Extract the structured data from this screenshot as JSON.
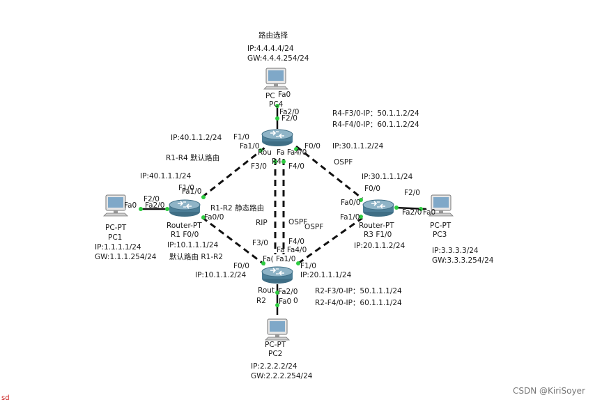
{
  "title": "路由选择",
  "watermark": "CSDN @KiriSoyer",
  "corner_mark": "sd",
  "colors": {
    "link": "#111111",
    "port_dot": "#2ecc40",
    "router_body": "#5f8fa8",
    "pc_screen": "#7fa8c8"
  },
  "devices": {
    "pc4": {
      "ip": "IP:4.4.4.4/24",
      "gw": "GW:4.4.4.254/24",
      "port": "Fa0",
      "name": "PC4",
      "name_overlap": "PC"
    },
    "pc1": {
      "type": "PC-PT",
      "name": "PC1",
      "ip": "IP:1.1.1.1/24",
      "gw": "GW:1.1.1.254/24",
      "port": "Fa0"
    },
    "pc3": {
      "type": "PC-PT",
      "name": "PC3",
      "ip": "IP:3.3.3.3/24",
      "gw": "GW:3.3.3.254/24",
      "port": "Fa0"
    },
    "pc2": {
      "type": "PC-PT",
      "name": "PC2",
      "ip": "IP:2.2.2.2/24",
      "gw": "GW:2.2.2.254/24",
      "port": "Fa0"
    },
    "r1": {
      "type": "Router-PT",
      "name": "R1 F0/0",
      "ip_f00": "IP:10.1.1.1/24",
      "note": "默认路由 R1-R2",
      "ip_fa10": "IP:40.1.1.1/24",
      "fa10": "Fa1/0",
      "fa20": "Fa2/0",
      "f20": "F2/0",
      "fa00": "Fa0/0",
      "f10_overlap": "F1/0"
    },
    "r4": {
      "name": "Rou",
      "name2": "R4",
      "ip_f10": "IP:40.1.1.2/24",
      "f10": "F1/0",
      "fa10": "Fa1/0",
      "f20_top": "F2/0",
      "fa20": "Fa2/0",
      "f00": "F0/0",
      "fa4": "Fa Fa4/0",
      "f30": "F3/0",
      "f40": "F4/0",
      "ip_f00": "IP:30.1.1.2/24",
      "r4_f30_ip": "R4-F3/0-IP：50.1.1.2/24",
      "r4_f40_ip": "R4-F4/0-IP：60.1.1.2/24"
    },
    "r3": {
      "type": "Router-PT",
      "name": "R3 F1/0",
      "ip_f00": "IP:30.1.1.1/24",
      "f00": "F0/0",
      "fa00": "Fa0/0",
      "fa10": "Fa1/0",
      "f20": "F2/0",
      "fa20": "Fa2/0",
      "ip_f10": "IP:20.1.1.2/24"
    },
    "r2": {
      "name": "Rout",
      "name2": "R2",
      "f30": "F3/0",
      "f40": "F4/0",
      "fa_fa40": "Fa Fa4/0",
      "fa": "Fa(",
      "fa10": "Fa1/0",
      "f10": "F1/0",
      "f00": "F0/0",
      "ip_f00": "IP:10.1.1.2/24",
      "ip_f10": "IP:20.1.1.1/24",
      "fa20": "Fa2/0",
      "zero": "0",
      "r2_f30_ip": "R2-F3/0-IP：50.1.1.1/24",
      "r2_f40_ip": "R2-F4/0-IP：60.1.1.1/24"
    }
  },
  "links": {
    "r1_r4": "R1-R4 默认路由",
    "r1_r2": "R1-R2 静态路由",
    "rip": "RIP",
    "ospf_r4_r3": "OSPF",
    "ospf_mid1": "OSPF",
    "ospf_mid2": "OSPF"
  }
}
